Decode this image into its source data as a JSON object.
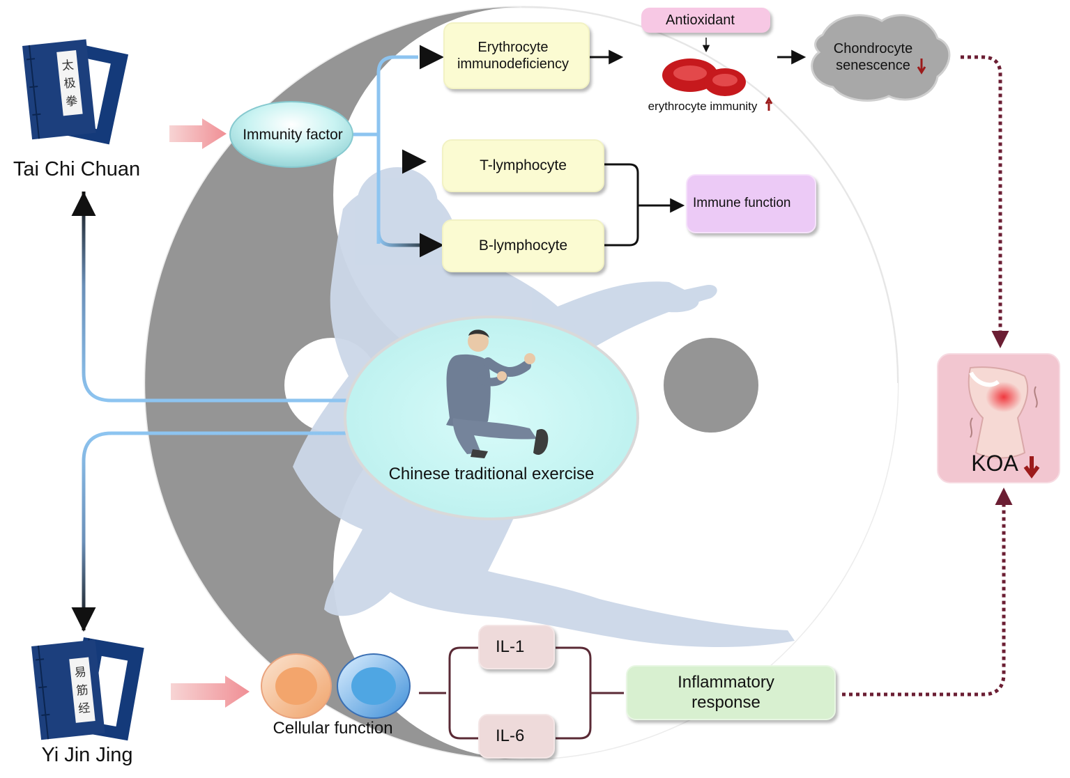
{
  "nodes": {
    "tai_chi_title": "Tai Chi Chuan",
    "tai_chi_book_chars": [
      "太",
      "极",
      "拳"
    ],
    "yi_jin_title": "Yi Jin Jing",
    "yi_jin_book_chars": [
      "易",
      "筋",
      "经"
    ],
    "center": "Chinese traditional exercise",
    "immunity_factor": "Immunity factor",
    "erythrocyte_immunodeficiency": "Erythrocyte\nimmunodeficiency",
    "t_lymphocyte": "T-lymphocyte",
    "b_lymphocyte": "B-lymphocyte",
    "immune_function": "Immune function",
    "antioxidant": "Antioxidant",
    "erythrocyte_immunity": "erythrocyte immunity",
    "chondrocyte_senescence": "Chondrocyte\nsenescence",
    "koa": "KOA",
    "cellular_function": "Cellular function",
    "il1": "IL-1",
    "il6": "IL-6",
    "inflammatory_response": "Inflammatory\nresponse"
  },
  "arrows": {
    "up": "↑",
    "down": "↓"
  },
  "colors": {
    "yin": "#959595",
    "silhouette": "#cbd7e8",
    "book": "#1c3f7d",
    "flow_line": "#7fb9ec",
    "yellow_box": "#fbfbd2",
    "immune_box": "#eccaf6",
    "antioxidant_box": "#f7c8e4",
    "inflammatory_box": "#d8f0d0",
    "il_box": "#eedada",
    "koa_box": "#f2c6d0",
    "center_ellipse": "#c7f7f5",
    "dotted_line": "#6b1e33",
    "indicator_arrow": "#9c1b1b"
  }
}
